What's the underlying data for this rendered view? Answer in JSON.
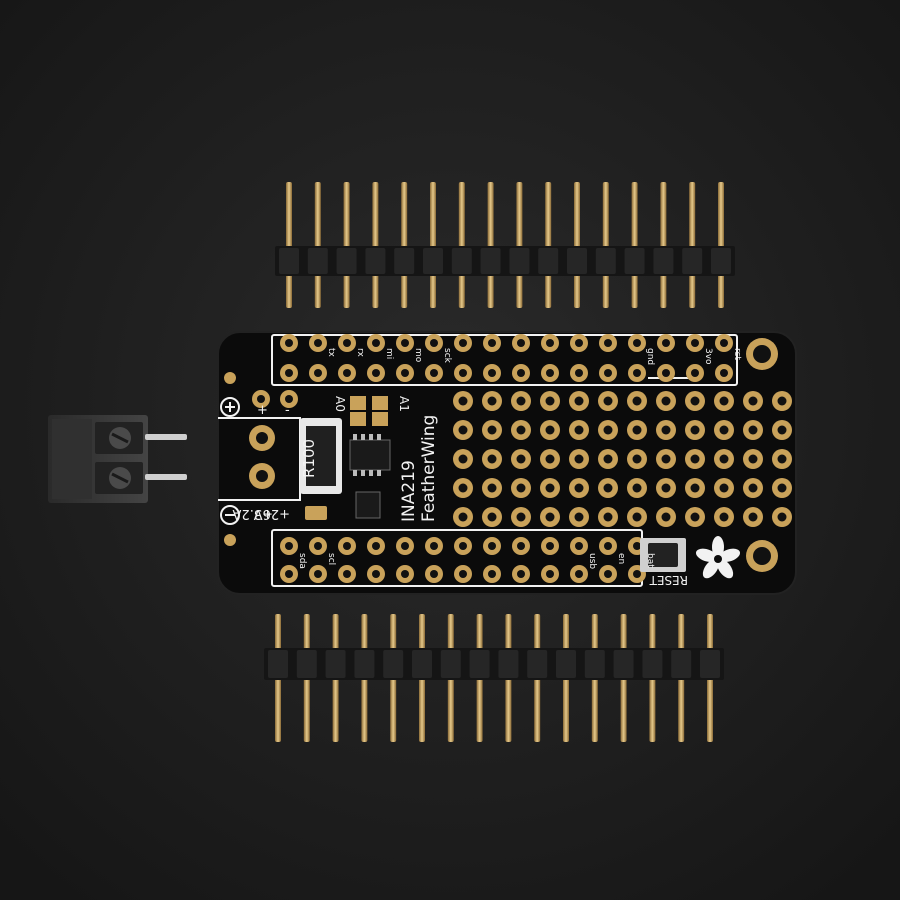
{
  "colors": {
    "background": "#1e1e1e",
    "pcb": "#0b0b0b",
    "gold": "#c9a25a",
    "silkscreen": "#f2f2f2",
    "header_plastic": "#151515",
    "terminal_block": "#3a3a3a"
  },
  "board": {
    "name_line1": "INA219",
    "name_line2": "FeatherWing",
    "resistor_label": "R100",
    "spec_current": "+3.2A",
    "spec_voltage": "+26V",
    "addr_a0": "A0",
    "addr_a1": "A1",
    "reset_label": "RESET",
    "plus": "+",
    "minus": "-",
    "top_pin_labels": [
      "",
      "tx",
      "rx",
      "mi",
      "mo",
      "sck",
      "",
      "",
      "",
      "",
      "",
      "",
      "gnd",
      "",
      "3vo",
      "rst"
    ],
    "bottom_pin_labels": [
      "sda",
      "scl",
      "",
      "",
      "",
      "",
      "",
      "",
      "",
      "",
      "usb",
      "en",
      "bat"
    ]
  },
  "headers": {
    "top_pin_count": 16,
    "bottom_pin_count": 16
  },
  "icons": {
    "logo": "adafruit-flower-logo",
    "terminal": "screw-terminal-block"
  }
}
